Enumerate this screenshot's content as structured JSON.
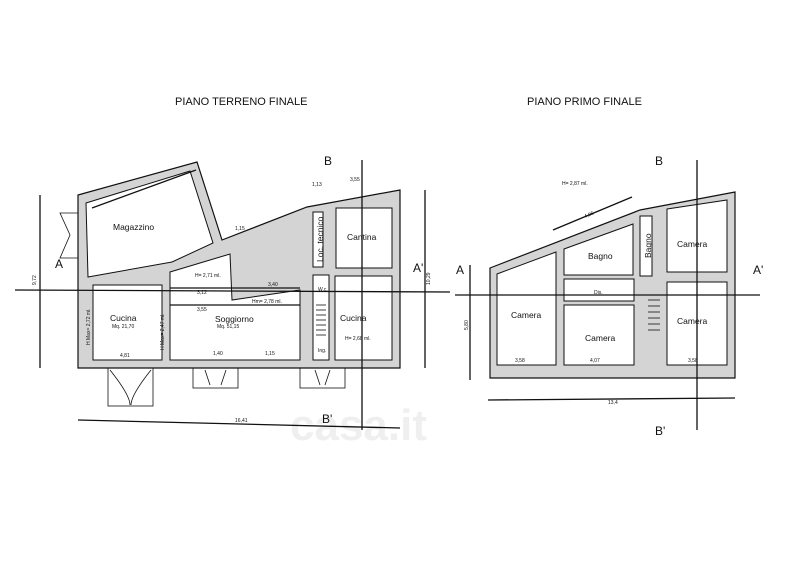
{
  "titles": {
    "ground": "PIANO TERRENO FINALE",
    "first": "PIANO PRIMO  FINALE"
  },
  "ground_floor": {
    "rooms": [
      "Magazzino",
      "Cucina",
      "Soggiorno",
      "Loc. tecnico",
      "Cantina",
      "Cucina",
      "W.c.",
      "Ing."
    ],
    "areas": {
      "cucina": "Mq. 21,70",
      "soggiorno": "Mq. 51,15"
    },
    "heights": [
      "H= 2,71 ml.",
      "Hm= 2,78 ml.",
      "H= 2,68 ml."
    ],
    "dims": [
      "4,81",
      "1,40",
      "1,15",
      "3,40",
      "3,12",
      "3,55",
      "1,15",
      "3,55",
      "1,13",
      "16,41",
      "9,72",
      "10,29"
    ],
    "hmax": [
      "H Max= 2,72 ml.",
      "H Max= 2,47 ml."
    ]
  },
  "first_floor": {
    "rooms": [
      "Bagno",
      "Bagno",
      "Camera",
      "Camera",
      "Camera",
      "Camera",
      "Dis."
    ],
    "height": "H= 2,87 ml.",
    "dims": [
      "3,58",
      "4,07",
      "3,58",
      "13,4",
      "5,80",
      "4,95"
    ]
  },
  "sections": {
    "a": "A",
    "a_prime": "A'",
    "b": "B",
    "b_prime": "B'"
  },
  "watermark": "casa.it"
}
